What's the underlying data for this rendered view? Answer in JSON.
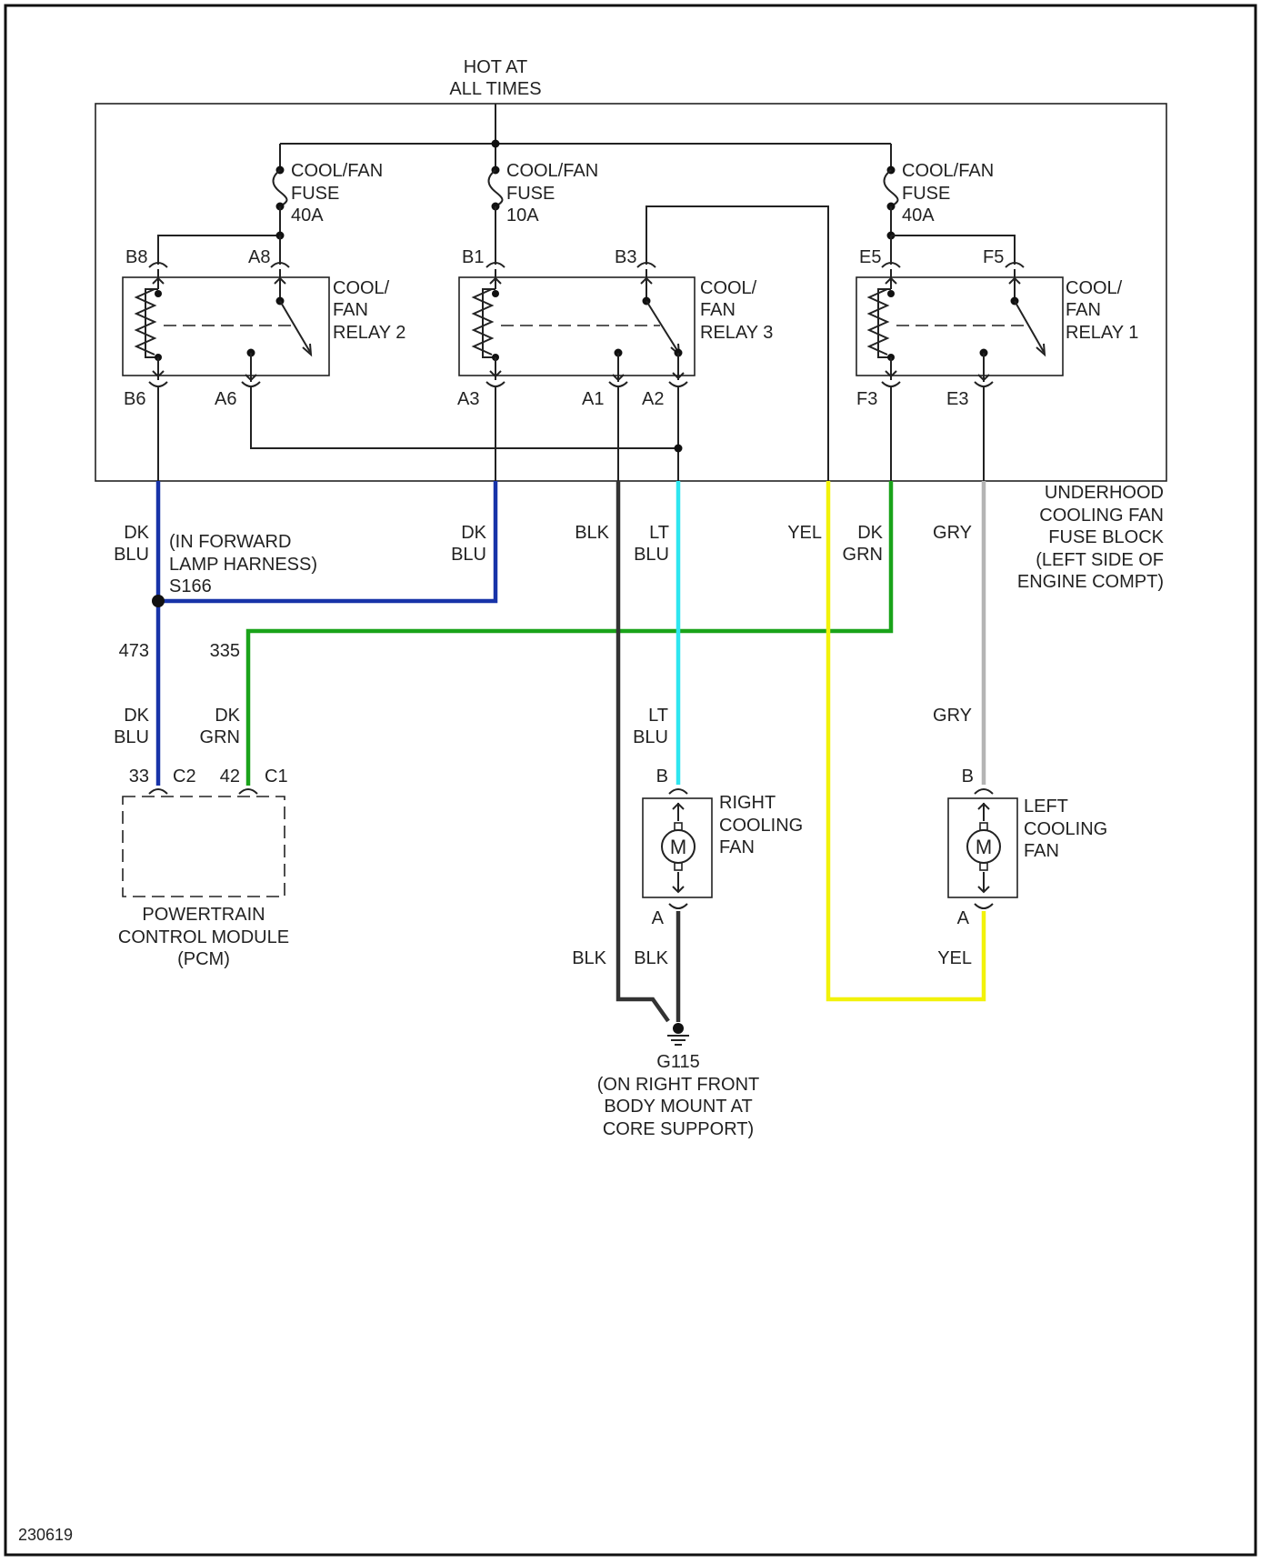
{
  "hot_label": [
    "HOT AT",
    "ALL TIMES"
  ],
  "fuses": [
    {
      "lines": [
        "COOL/FAN",
        "FUSE",
        "40A"
      ]
    },
    {
      "lines": [
        "COOL/FAN",
        "FUSE",
        "10A"
      ]
    },
    {
      "lines": [
        "COOL/FAN",
        "FUSE",
        "40A"
      ]
    }
  ],
  "relays": [
    {
      "lines": [
        "COOL/",
        "FAN",
        "RELAY 2"
      ]
    },
    {
      "lines": [
        "COOL/",
        "FAN",
        "RELAY 3"
      ]
    },
    {
      "lines": [
        "COOL/",
        "FAN",
        "RELAY 1"
      ]
    }
  ],
  "pins": {
    "b8": "B8",
    "a8": "A8",
    "b1": "B1",
    "b3": "B3",
    "e5": "E5",
    "f5": "F5",
    "b6": "B6",
    "a6": "A6",
    "a3": "A3",
    "a1": "A1",
    "a2": "A2",
    "f3": "F3",
    "e3": "E3"
  },
  "fuse_block_label": [
    "UNDERHOOD",
    "COOLING FAN",
    "FUSE BLOCK",
    "(LEFT SIDE OF",
    "ENGINE COMPT)"
  ],
  "wire_labels": {
    "dkblu1": [
      "DK",
      "BLU"
    ],
    "dkblu2": [
      "DK",
      "BLU"
    ],
    "blk1": "BLK",
    "ltblu1": [
      "LT",
      "BLU"
    ],
    "yel1": "YEL",
    "dkgrn1": [
      "DK",
      "GRN"
    ],
    "gry1": "GRY",
    "dkblu3": [
      "DK",
      "BLU"
    ],
    "dkgrn2": [
      "DK",
      "GRN"
    ],
    "ltblu2": [
      "LT",
      "BLU"
    ],
    "gry2": "GRY",
    "blk2": "BLK",
    "blk3": "BLK",
    "yel2": "YEL"
  },
  "splice": {
    "lines": [
      "(IN FORWARD",
      "LAMP HARNESS)",
      "S166"
    ]
  },
  "circuits": {
    "c473": "473",
    "c335": "335"
  },
  "pcm_pins": {
    "p33": "33",
    "c2": "C2",
    "p42": "42",
    "c1": "C1"
  },
  "pcm_label": [
    "POWERTRAIN",
    "CONTROL MODULE",
    "(PCM)"
  ],
  "right_fan": {
    "lines": [
      "RIGHT",
      "COOLING",
      "FAN"
    ],
    "pin_b": "B",
    "pin_a": "A",
    "motor": "M"
  },
  "left_fan": {
    "lines": [
      "LEFT",
      "COOLING",
      "FAN"
    ],
    "pin_b": "B",
    "pin_a": "A",
    "motor": "M"
  },
  "ground": {
    "lines": [
      "G115",
      "(ON RIGHT FRONT",
      "BODY MOUNT AT",
      "CORE SUPPORT)"
    ]
  },
  "figure_id": "230619",
  "colors": {
    "dk_blu": "#1733a8",
    "dk_grn": "#1aa31a",
    "lt_blu": "#2ee6f0",
    "yel": "#f2f20a",
    "gry": "#b4b4b4",
    "blk": "#333333"
  }
}
